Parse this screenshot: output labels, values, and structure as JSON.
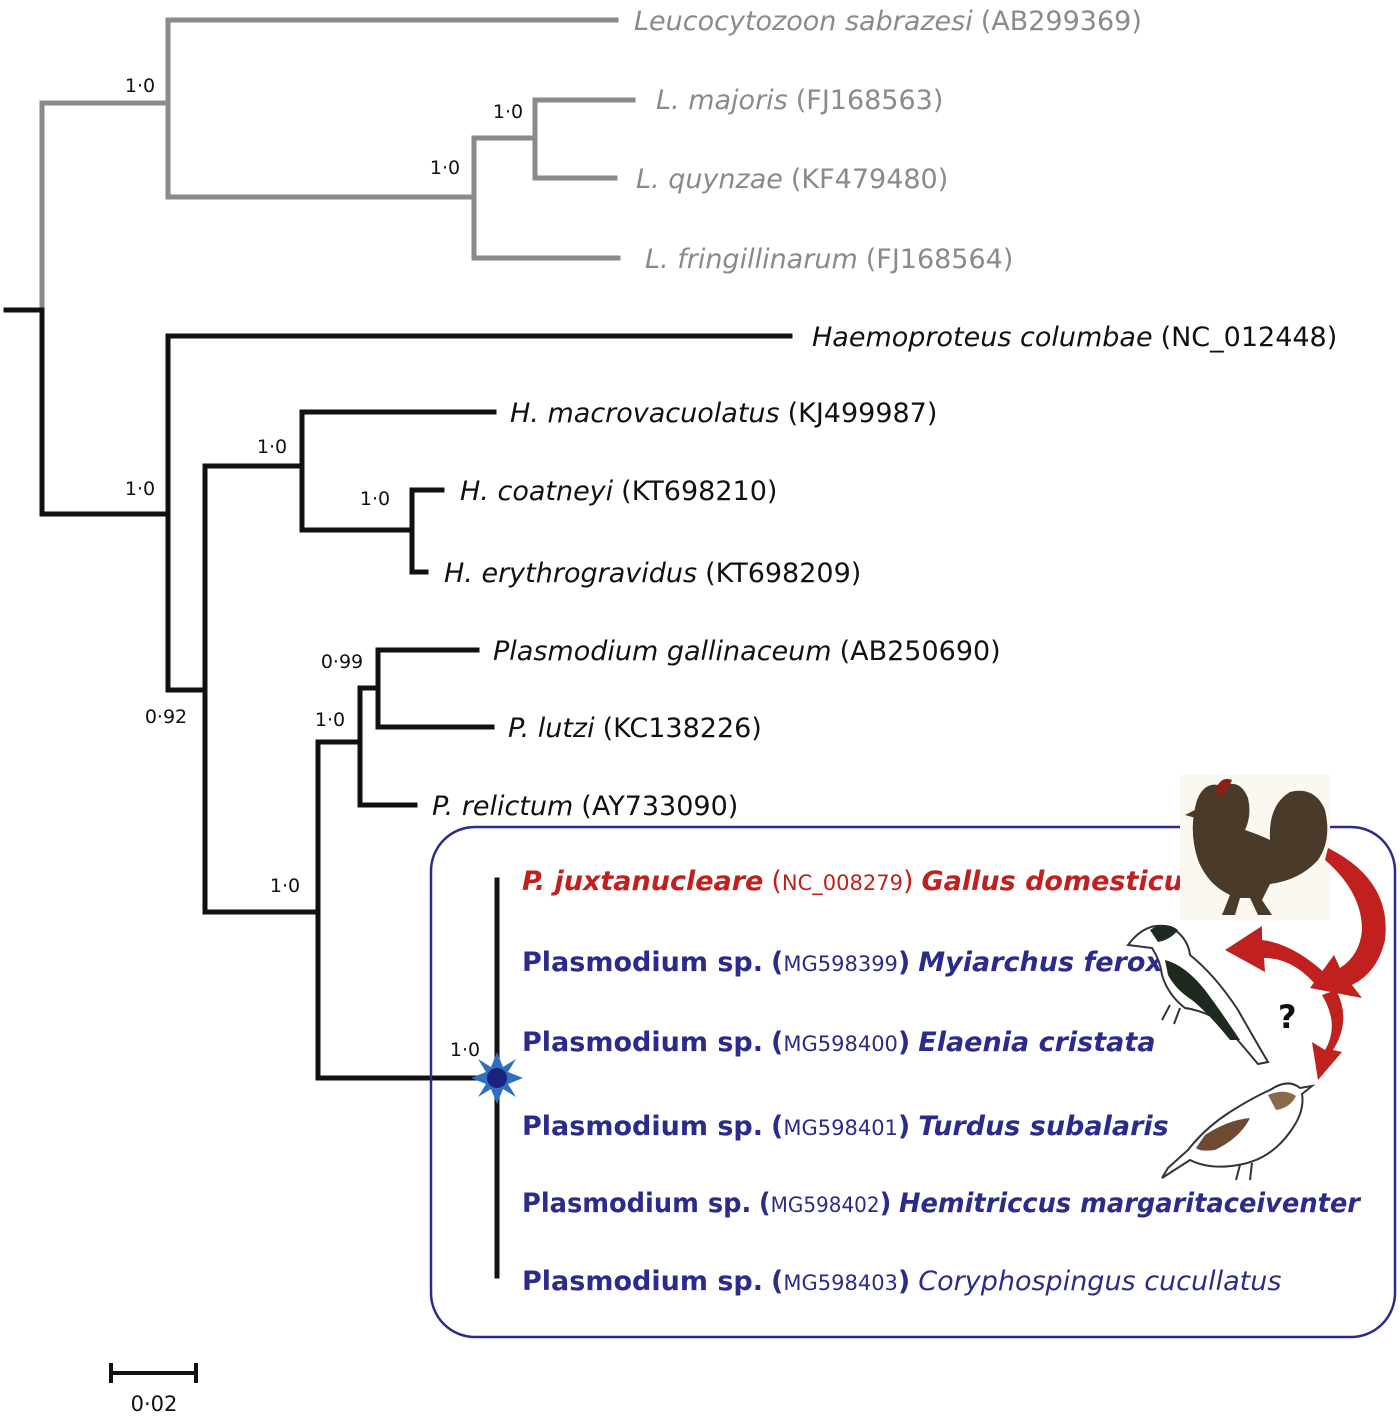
{
  "taxa": [
    {
      "id": "leu-sab",
      "genus": "Leucocytozoon sabrazesi",
      "accession": "(AB299369)",
      "host": "",
      "color": "#8a8a8a"
    },
    {
      "id": "l-maj",
      "genus": "L. majoris",
      "accession": "(FJ168563)",
      "host": "",
      "color": "#8a8a8a"
    },
    {
      "id": "l-quy",
      "genus": "L. quynzae",
      "accession": "(KF479480)",
      "host": "",
      "color": "#8a8a8a"
    },
    {
      "id": "l-fri",
      "genus": "L. fringillinarum",
      "accession": "(FJ168564)",
      "host": "",
      "color": "#8a8a8a"
    },
    {
      "id": "h-col",
      "genus": "Haemoproteus columbae",
      "accession": "(NC_012448)",
      "host": "",
      "color": "#111111"
    },
    {
      "id": "h-mac",
      "genus": "H. macrovacuolatus",
      "accession": "(KJ499987)",
      "host": "",
      "color": "#111111"
    },
    {
      "id": "h-coa",
      "genus": "H. coatneyi",
      "accession": "(KT698210)",
      "host": "",
      "color": "#111111"
    },
    {
      "id": "h-ery",
      "genus": "H. erythrogravidus",
      "accession": "(KT698209)",
      "host": "",
      "color": "#111111"
    },
    {
      "id": "p-gal",
      "genus": "Plasmodium gallinaceum",
      "accession": "(AB250690)",
      "host": "",
      "color": "#111111"
    },
    {
      "id": "p-lut",
      "genus": "P. lutzi",
      "accession": "(KC138226)",
      "host": "",
      "color": "#111111"
    },
    {
      "id": "p-rel",
      "genus": "P. relictum",
      "accession": "(AY733090)",
      "host": "",
      "color": "#111111"
    },
    {
      "id": "p-jux",
      "genus": "P. juxtanucleare",
      "acc_open": "(",
      "acc_code": "NC_008279",
      "acc_close": ")",
      "host": "Gallus domesticus",
      "color": "#c0201e"
    },
    {
      "id": "p-399",
      "genus": "Plasmodium sp.",
      "acc_open": "(",
      "acc_code": "MG598399",
      "acc_close": ")",
      "host": "Myiarchus ferox",
      "color": "#2b2b8c"
    },
    {
      "id": "p-400",
      "genus": "Plasmodium sp.",
      "acc_open": "(",
      "acc_code": "MG598400",
      "acc_close": ")",
      "host": "Elaenia cristata",
      "color": "#2b2b8c"
    },
    {
      "id": "p-401",
      "genus": "Plasmodium sp.",
      "acc_open": "(",
      "acc_code": "MG598401",
      "acc_close": ")",
      "host": "Turdus subalaris",
      "color": "#2b2b8c"
    },
    {
      "id": "p-402",
      "genus": "Plasmodium sp.",
      "acc_open": "(",
      "acc_code": "MG598402",
      "acc_close": ")",
      "host": "Hemitriccus margaritaceiventer",
      "color": "#2b2b8c"
    },
    {
      "id": "p-403",
      "genus": "Plasmodium sp.",
      "acc_open": "(",
      "acc_code": "MG598403",
      "acc_close": ")",
      "host": "Coryphospingus cucullatus",
      "color": "#2b2b8c"
    }
  ],
  "support_values": {
    "leucocytozoon_clade": "1·0",
    "lmaj_lquy_lfri": "1·0",
    "lmaj_lquy": "1·0",
    "haemo_plasmo_clade": "1·0",
    "haemoproteus_sub": "1·0",
    "hcoa_hery": "1·0",
    "hmac_plasmo": "0·92",
    "plasmodium_clade": "1·0",
    "pgal_plut_prel": "1·0",
    "pgal_plut": "0·99",
    "juxtanucleare_clade": "1·0"
  },
  "scale_bar": {
    "label": "0·02"
  },
  "annotation": {
    "question_mark": "?"
  },
  "colors": {
    "leucocytozoon_branch": "#8a8a8a",
    "main_branch": "#111111",
    "highlight_box": "#2b2b8c",
    "star": "#2e6fc0",
    "arrow": "#c0201e"
  }
}
